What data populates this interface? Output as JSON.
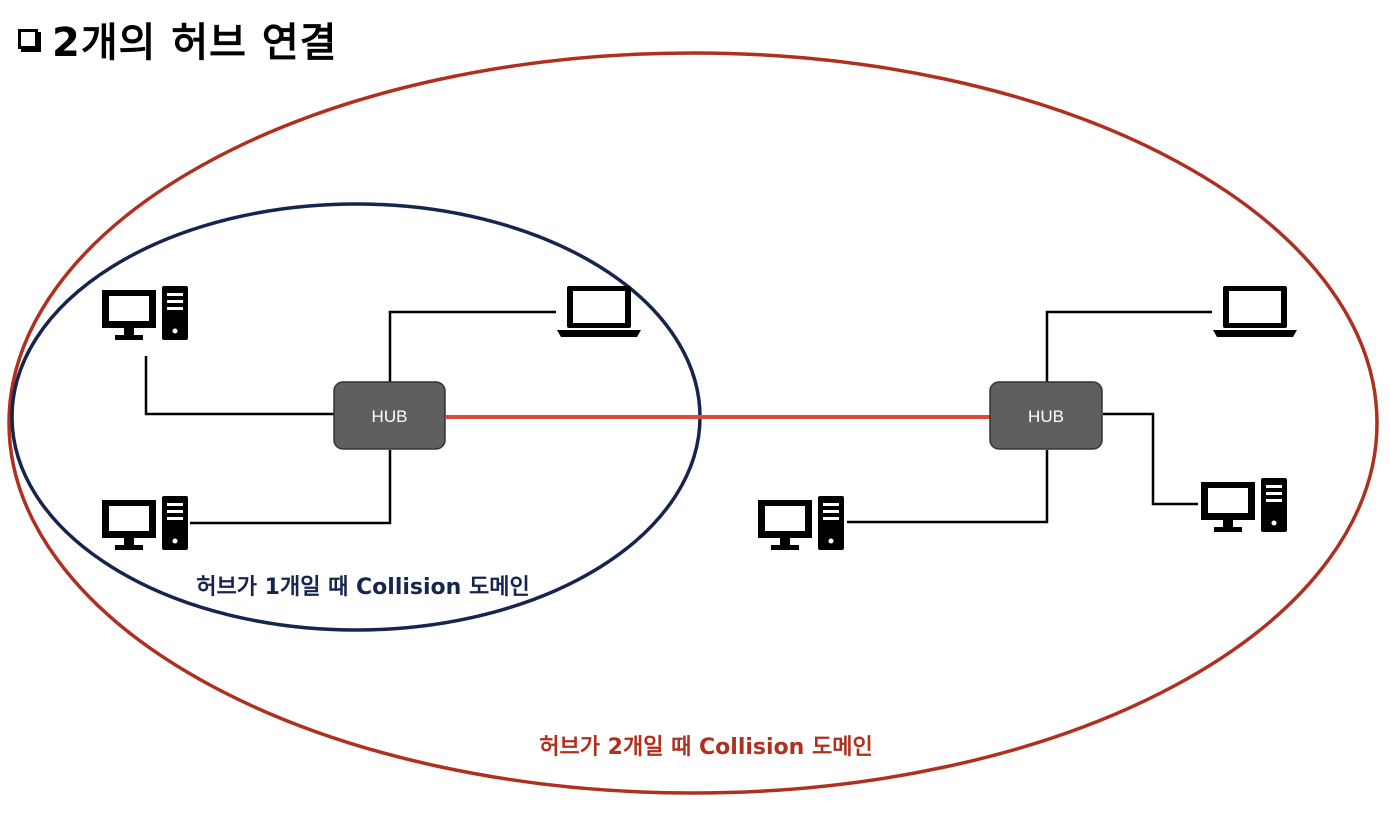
{
  "title": "2개의 허브 연결",
  "hubs": {
    "left": "HUB",
    "right": "HUB"
  },
  "domains": {
    "single_hub": "허브가 1개일 때 Collision 도메인",
    "two_hubs": "허브가 2개일 때 Collision 도메인"
  },
  "colors": {
    "outer_domain": "#b0301f",
    "inner_domain": "#15254f",
    "hub_link": "#d94a3a",
    "hub_fill": "#5f5f5f",
    "line": "#000000"
  }
}
